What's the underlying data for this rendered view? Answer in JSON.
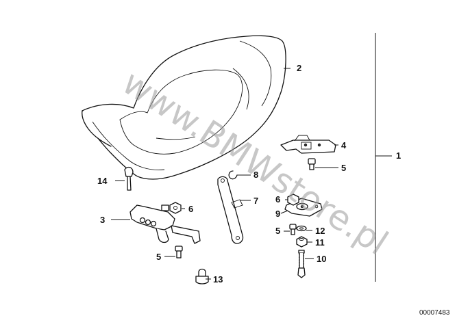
{
  "watermark": "www.BMWstore.pl",
  "doc_number": "00007483",
  "callouts": {
    "c1": "1",
    "c2": "2",
    "c3": "3",
    "c4": "4",
    "c5a": "5",
    "c5b": "5",
    "c5c": "5",
    "c6a": "6",
    "c6b": "6",
    "c7": "7",
    "c8": "8",
    "c9": "9",
    "c10": "10",
    "c11": "11",
    "c12": "12",
    "c13": "13",
    "c14": "14"
  }
}
